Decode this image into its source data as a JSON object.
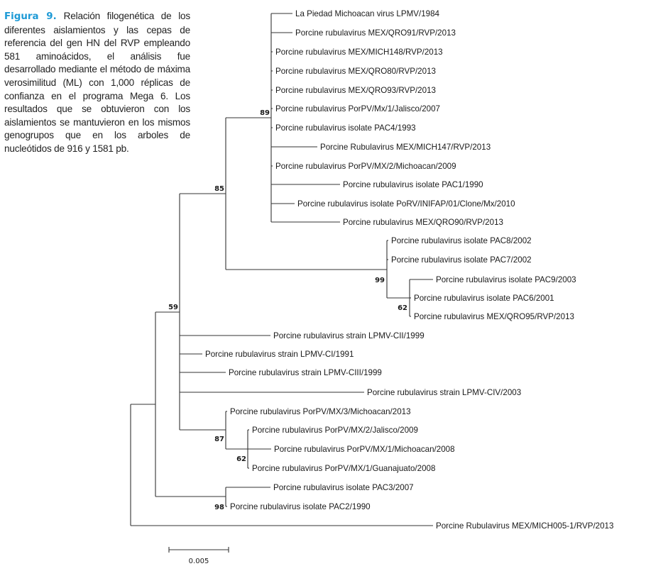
{
  "caption": {
    "label": "Figura 9.",
    "text": "Relación filogenética de los diferentes aislamientos y las cepas de referencia del gen HN del RVP empleando 581 aminoácidos, el análisis fue desarrollado mediante el método de máxima verosimilitud (ML) con 1,000 réplicas de confianza en el programa Mega 6. Los resultados que se obtuvieron con los aislamientos se mantuvieron en los mismos genogrupos que en los arboles de nucleótidos de 916 y 1581 pb.",
    "label_color": "#1e9ad6"
  },
  "tree": {
    "bootstrap": [
      "89",
      "85",
      "99",
      "62",
      "59",
      "87",
      "62",
      "98"
    ],
    "leaves": [
      "La Piedad Michoacan virus LPMV/1984",
      "Porcine rubulavirus MEX/QRO91/RVP/2013",
      "Porcine rubulavirus MEX/MICH148/RVP/2013",
      "Porcine rubulavirus MEX/QRO80/RVP/2013",
      "Porcine rubulavirus MEX/QRO93/RVP/2013",
      "Porcine rubulavirus PorPV/Mx/1/Jalisco/2007",
      "Porcine rubulavirus isolate PAC4/1993",
      "Porcine Rubulavirus MEX/MICH147/RVP/2013",
      "Porcine rubulavirus PorPV/MX/2/Michoacan/2009",
      "Porcine rubulavirus isolate PAC1/1990",
      "Porcine rubulavirus isolate PoRV/INIFAP/01/Clone/Mx/2010",
      "Porcine rubulavirus MEX/QRO90/RVP/2013",
      "Porcine rubulavirus isolate PAC8/2002",
      "Porcine rubulavirus isolate PAC7/2002",
      "Porcine rubulavirus isolate PAC9/2003",
      "Porcine rubulavirus isolate PAC6/2001",
      "Porcine rubulavirus MEX/QRO95/RVP/2013",
      "Porcine rubulavirus strain LPMV-CII/1999",
      "Porcine rubulavirus strain LPMV-CI/1991",
      "Porcine rubulavirus strain LPMV-CIII/1999",
      "Porcine rubulavirus strain LPMV-CIV/2003",
      "Porcine rubulavirus PorPV/MX/3/Michoacan/2013",
      "Porcine rubulavirus PorPV/MX/2/Jalisco/2009",
      "Porcine rubulavirus PorPV/MX/1/Michoacan/2008",
      "Porcine rubulavirus PorPV/MX/1/Guanajuato/2008",
      "Porcine rubulavirus isolate PAC3/2007",
      "Porcine rubulavirus isolate PAC2/1990",
      "Porcine Rubulavirus MEX/MICH005-1/RVP/2013"
    ],
    "scale_bar_label": "0.005"
  }
}
